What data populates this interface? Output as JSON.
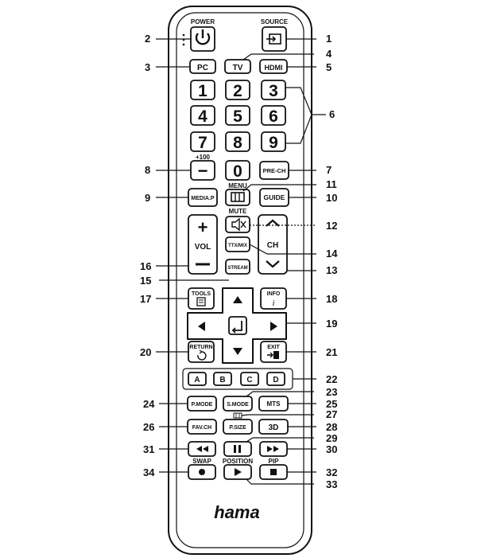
{
  "brand": "hama",
  "buttons": {
    "power_label": "POWER",
    "source_label": "SOURCE",
    "pc": "PC",
    "tv": "TV",
    "hdmi": "HDMI",
    "digits": [
      "1",
      "2",
      "3",
      "4",
      "5",
      "6",
      "7",
      "8",
      "9",
      "0"
    ],
    "plus100": "+100",
    "minus": "−",
    "prech": "PRE-CH",
    "menu": "MENU",
    "mediap": "MEDIA.P",
    "guide": "GUIDE",
    "mute": "MUTE",
    "vol": "VOL",
    "ch": "CH",
    "ttxmix": "TTX/MIX",
    "stream": "STREAM",
    "tools": "TOOLS",
    "info": "INFO",
    "return": "RETURN",
    "exit": "EXIT",
    "color_a": "A",
    "color_b": "B",
    "color_c": "C",
    "color_d": "D",
    "pmode": "P.MODE",
    "smode": "S.MODE",
    "mts": "MTS",
    "favch": "FAV.CH",
    "psize": "P.SIZE",
    "three_d": "3D",
    "swap": "SWAP",
    "position": "POSITION",
    "pip": "PIP"
  },
  "callouts": [
    "1",
    "2",
    "3",
    "4",
    "5",
    "6",
    "7",
    "8",
    "9",
    "10",
    "11",
    "12",
    "13",
    "14",
    "15",
    "16",
    "17",
    "18",
    "19",
    "20",
    "21",
    "22",
    "23",
    "24",
    "25",
    "26",
    "27",
    "28",
    "29",
    "30",
    "31",
    "32",
    "33",
    "34"
  ]
}
